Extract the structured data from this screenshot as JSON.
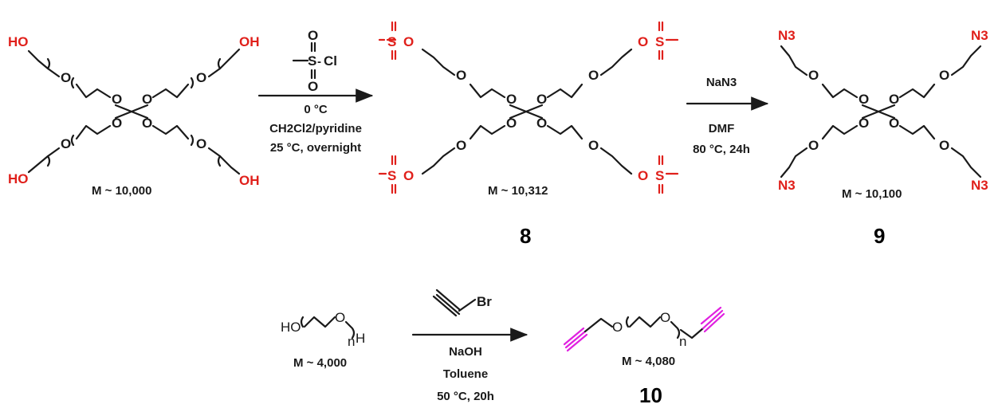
{
  "colors": {
    "ink": "#1a1a1a",
    "terminal_group": "#e0201b",
    "alkyne": "#e020e0"
  },
  "compounds": {
    "peg4_oh": {
      "mass_label": "M ~ 10,000",
      "end_group": "HO",
      "end_group_alt": "OH"
    },
    "peg4_oms": {
      "mass_label": "M ~ 10,312",
      "number": "8"
    },
    "peg4_n3": {
      "mass_label": "M ~ 10,100",
      "number": "9",
      "end_group": "N3"
    },
    "peg_oh": {
      "mass_label": "M ~ 4,000",
      "formula_left": "HO",
      "subscript": "n",
      "end": "H"
    },
    "peg_alkyne": {
      "mass_label": "M ~ 4,080",
      "number": "10",
      "subscript": "n"
    }
  },
  "reactions": {
    "step1": {
      "reagent_atoms": [
        "O",
        "S",
        "Cl",
        "O"
      ],
      "conditions": [
        "0 °C",
        "CH2Cl2/pyridine",
        "25 °C, overnight"
      ]
    },
    "step2": {
      "reagent": "NaN3",
      "conditions": [
        "DMF",
        "80 °C, 24h"
      ]
    },
    "step3": {
      "reagent_atom": "Br",
      "conditions": [
        "NaOH",
        "Toluene",
        "50 °C, 20h"
      ]
    }
  },
  "atom_labels": {
    "ether_oxygen": "O",
    "sulfur": "S",
    "n_sub": "3"
  }
}
